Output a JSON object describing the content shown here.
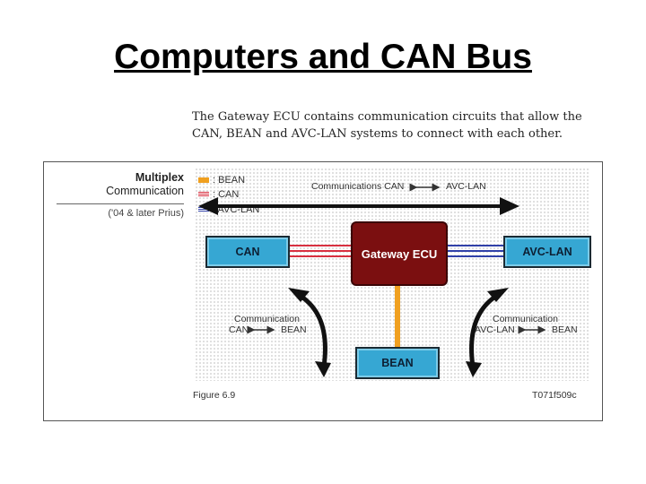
{
  "slide": {
    "title": "Computers and CAN Bus"
  },
  "caption": {
    "line1": "The Gateway ECU contains communication circuits that allow the",
    "line2": "CAN, BEAN and AVC-LAN systems to connect with each other."
  },
  "figure": {
    "multiplex_title": "Multiplex",
    "multiplex_title2": "Communication",
    "multiplex_sub": "('04 & later Prius)",
    "legend": [
      {
        "label": ": BEAN",
        "color": "#f0a020"
      },
      {
        "label": ": CAN",
        "color": "#d83040"
      },
      {
        "label": ": AVC-LAN",
        "color": "#3040a8"
      }
    ],
    "top_arrow_label": {
      "left": "Communications CAN",
      "right": "AVC-LAN"
    },
    "nodes": {
      "can": "CAN",
      "gateway": "Gateway ECU",
      "avc": "AVC-LAN",
      "bean": "BEAN"
    },
    "left_comm": {
      "title": "Communication",
      "from": "CAN",
      "to": "BEAN"
    },
    "right_comm": {
      "title": "Communication",
      "from": "AVC-LAN",
      "to": "BEAN"
    },
    "footer_left": "Figure 6.9",
    "footer_right": "T071f509c"
  }
}
